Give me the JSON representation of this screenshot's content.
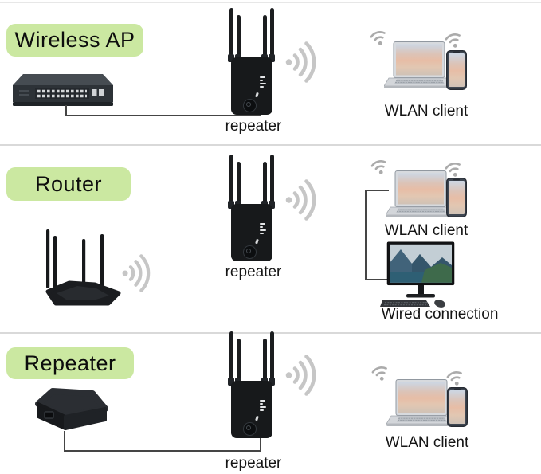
{
  "sections": [
    {
      "id": "wireless-ap",
      "label": "Wireless AP",
      "repeater_label": "repeater",
      "client_label": "WLAN client"
    },
    {
      "id": "router",
      "label": "Router",
      "repeater_label": "repeater",
      "client_label": "WLAN client",
      "wired_label": "Wired connection"
    },
    {
      "id": "repeater",
      "label": "Repeater",
      "repeater_label": "repeater",
      "client_label": "WLAN client"
    }
  ],
  "icons": {
    "wifi_large": "wifi-signal-icon",
    "wifi_small": "wifi-icon"
  },
  "colors": {
    "label_bg": "#cbe8a1",
    "line": "#454545",
    "divider": "#d9d9d9",
    "wifi": "#c6c6c6",
    "wifi_small": "#ababab"
  }
}
